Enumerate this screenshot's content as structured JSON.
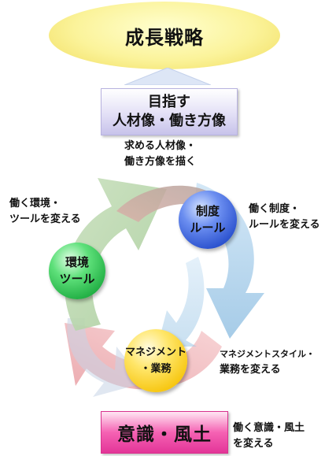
{
  "top": {
    "title": "成長戦略"
  },
  "goal": {
    "line1": "目指す",
    "line2": "人材像・働き方像"
  },
  "goal_note": {
    "line1": "求める人材像・",
    "line2": "働き方像を描く"
  },
  "nodes": {
    "blue": {
      "line1": "制度",
      "line2": "ルール"
    },
    "green": {
      "line1": "環境",
      "line2": "ツール"
    },
    "yellow": {
      "line1": "マネジメント",
      "line2": "・業務"
    }
  },
  "notes": {
    "blue": {
      "line1": "働く制度・",
      "line2": "ルールを変える"
    },
    "green": {
      "line1": "働く環境・",
      "line2": "ツールを変える"
    },
    "yellow": {
      "line1": "マネジメントスタイル・",
      "line2": "業務を変える"
    },
    "base": {
      "line1": "働く意識・風土",
      "line2": "を変える"
    }
  },
  "base": {
    "title": "意識・風土"
  },
  "colors": {
    "arrow_blue": "#a9cdea",
    "arrow_green": "#b9d6ad",
    "arrow_pink": "#f3b8bd",
    "arrow_red": "#e9a3a7",
    "arrow_brown": "#c4a79f"
  }
}
